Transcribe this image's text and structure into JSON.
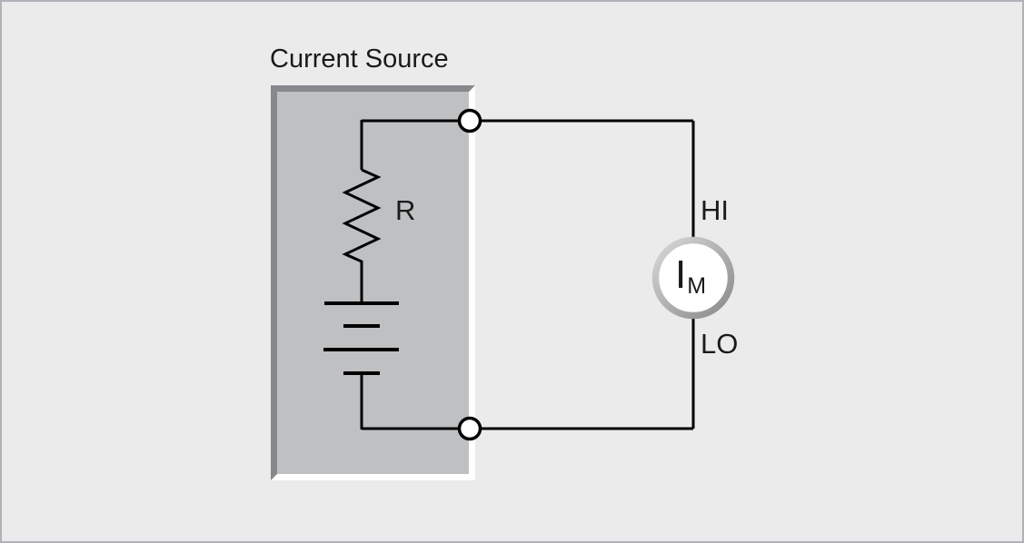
{
  "diagram": {
    "title": "Current Source",
    "components": {
      "resistor_label": "R",
      "terminal_high_label": "HI",
      "terminal_low_label": "LO",
      "meter_label_main": "I",
      "meter_label_sub": "M"
    },
    "colors": {
      "background": "#ebebec",
      "frame_border": "#b1b3b8",
      "box_fill": "#bec0c2",
      "box_shadow_dark": "#87888c",
      "box_highlight": "#ffffff",
      "wire": "#000000",
      "text": "#1a1a1a",
      "meter_ring_light": "#d8d8d8",
      "meter_ring_dark": "#8a8a8a"
    }
  }
}
